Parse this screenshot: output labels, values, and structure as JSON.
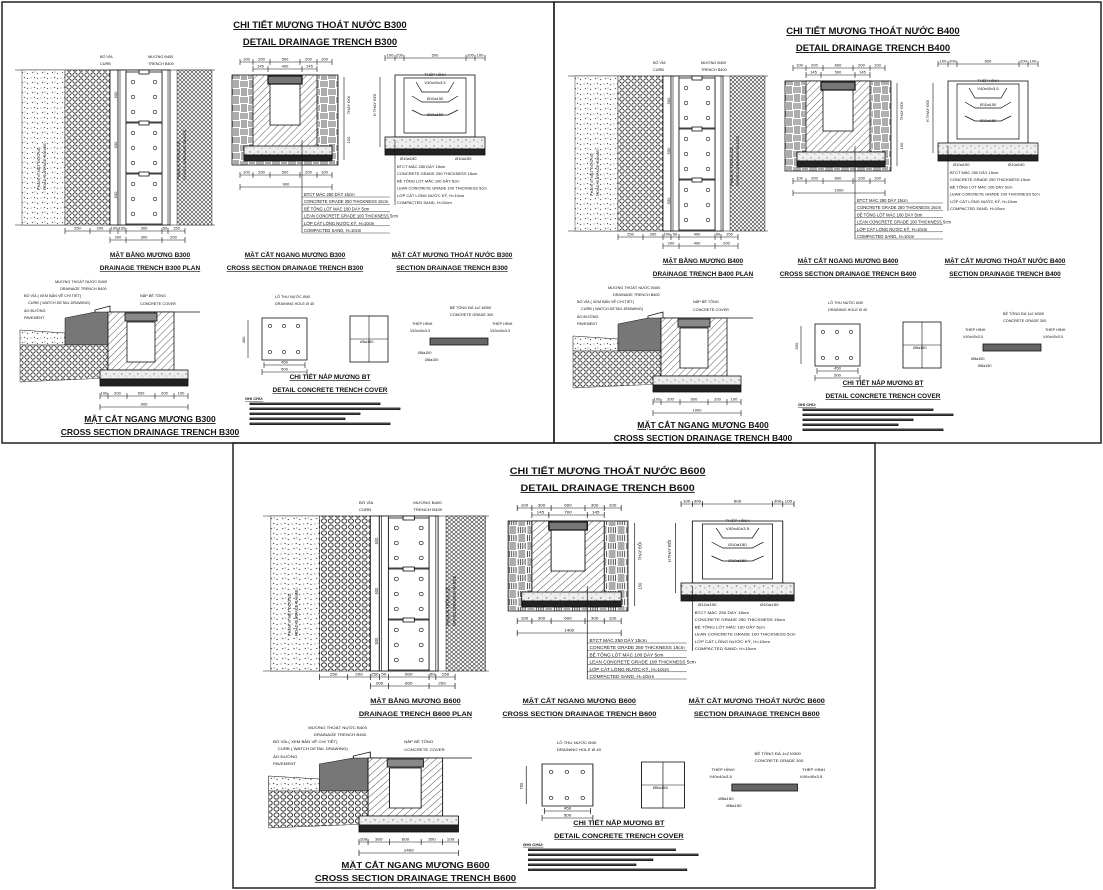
{
  "labels": {
    "curb_vn": "BÓ VỈA",
    "curb_en": "CURB",
    "trench_vn": "MƯƠNG B400",
    "trench_en": "TRENCH B400",
    "road_vn": "PHẠM VI MẶT ĐƯỜNG",
    "road_en": "ROAD SURFACE RANGE",
    "grass_vn": "PHẠM VI TRỒNG CỎ",
    "grass_en": "GRASS GROWING RANGE",
    "var_depth": "THAY ĐỔI",
    "h_var": "H THAY ĐỔI",
    "steel_shape": "THÉP HÌNH",
    "angle": "V40x40x3.5",
    "rebar": "Ø10a150",
    "layers": [
      "BTCT MÁC 250 DÀY 15cm",
      "CONCRETE GRADE 250 THICKNESS 15cm",
      "BÊ TÔNG LÓT MÁC 100 DÀY 5cm",
      "LEAN CONCRETE GRADE 100 THICKNESS 5cm",
      "LỚP CÁT LÓNG NƯỚC KỸ, H=10cm",
      "COMPACTED SAND, H=10cm"
    ],
    "drain_trench_vn": "MƯƠNG THOÁT NƯỚC B400",
    "drain_trench_en": "DRAINAGE TRENCH B400",
    "curb_note_vn": "BÓ VỈA ( XEM BẢN VẼ CHI TIẾT)",
    "curb_note_en": "CURB ( WATCH DETAIL DRAWING)",
    "pavement_vn": "ÁO ĐƯỜNG",
    "pavement_en": "PAVEMENT",
    "cover_vn": "NẮP BÊ TÔNG",
    "cover_en": "CONCRETE COVER",
    "hole_vn": "LỖ THU NƯỚC Ø40",
    "hole_en": "DRAINING HOLE Ø 40",
    "cover_rebar": "Ø8a150",
    "concrete_vn": "BÊ TÔNG ĐÁ 1x2 M300",
    "concrete_en": "CONCRETE GRADE 300",
    "notes_title": "GHI CHÚ:"
  },
  "panels": [
    {
      "title_vn": "CHI TIẾT MƯƠNG THOÁT NƯỚC B300",
      "title_en": "DETAIL DRAINAGE TRENCH B300",
      "plan_vn": "MẶT BẰNG MƯƠNG B300",
      "plan_en": "DRAINAGE TRENCH B300 PLAN",
      "cross_vn": "MẶT CẮT NGANG MƯƠNG B300",
      "cross_en": "CROSS SECTION DRAINAGE TRENCH B300",
      "section_vn": "MẶT CẮT MƯƠNG THOÁT NƯỚC B300",
      "section_en": "SECTION DRAINAGE TRENCH B300",
      "cover_vn": "CHI TIẾT NẮP MƯƠNG BT",
      "cover_en": "DETAIL CONCRETE TRENCH COVER",
      "dims": {
        "top": [
          "100",
          "200",
          "500",
          "200",
          "100"
        ],
        "inner": [
          "145",
          "400",
          "145"
        ],
        "bottom": [
          "100",
          "200",
          "500",
          "200",
          "100"
        ],
        "total": "900",
        "plan_bottom": [
          "250",
          "200",
          "100",
          "100",
          "300",
          "50",
          "150"
        ],
        "plan_bottom2": [
          "200",
          "300",
          "200"
        ],
        "plan_side": [
          "500",
          "500",
          "500"
        ],
        "base": "150",
        "cover_w": [
          "450",
          "500"
        ],
        "cover_h": "400"
      }
    },
    {
      "title_vn": "CHI TIẾT MƯƠNG THOÁT NƯỚC B400",
      "title_en": "DETAIL DRAINAGE TRENCH B400",
      "plan_vn": "MẶT BẰNG MƯƠNG B400",
      "plan_en": "DRAINAGE TRENCH B400 PLAN",
      "cross_vn": "MẶT CẮT NGANG MƯƠNG B400",
      "cross_en": "CROSS SECTION DRAINAGE TRENCH B400",
      "section_vn": "MẶT CẮT MƯƠNG THOÁT NƯỚC B400",
      "section_en": "SECTION DRAINAGE TRENCH B400",
      "cover_vn": "CHI TIẾT NẮP MƯƠNG BT",
      "cover_en": "DETAIL CONCRETE TRENCH COVER",
      "dims": {
        "top": [
          "100",
          "200",
          "600",
          "200",
          "100"
        ],
        "inner": [
          "145",
          "500",
          "145"
        ],
        "bottom": [
          "100",
          "200",
          "600",
          "200",
          "100"
        ],
        "total": "1000",
        "plan_bottom": [
          "250",
          "200",
          "100",
          "50",
          "400",
          "50",
          "150"
        ],
        "plan_bottom2": [
          "200",
          "400",
          "200"
        ],
        "plan_side": [
          "500",
          "500",
          "500"
        ],
        "base": "150",
        "cover_w": [
          "450",
          "500"
        ],
        "cover_h": "500"
      }
    },
    {
      "title_vn": "CHI TIẾT MƯƠNG THOÁT NƯỚC B600",
      "title_en": "DETAIL DRAINAGE TRENCH B600",
      "plan_vn": "MẶT BẰNG MƯƠNG B600",
      "plan_en": "DRAINAGE TRENCH B600 PLAN",
      "cross_vn": "MẶT CẮT NGANG MƯƠNG B600",
      "cross_en": "CROSS SECTION DRAINAGE TRENCH B600",
      "section_vn": "MẶT CẮT MƯƠNG THOÁT NƯỚC B600",
      "section_en": "SECTION DRAINAGE TRENCH B600",
      "cover_vn": "CHI TIẾT NẮP MƯƠNG BT",
      "cover_en": "DETAIL CONCRETE TRENCH COVER",
      "dims": {
        "top": [
          "100",
          "300",
          "600",
          "300",
          "100"
        ],
        "inner": [
          "145",
          "700",
          "145"
        ],
        "bottom": [
          "100",
          "300",
          "600",
          "300",
          "100"
        ],
        "total": "1400",
        "plan_bottom": [
          "250",
          "200",
          "250",
          "50",
          "600",
          "50",
          "150"
        ],
        "plan_bottom2": [
          "200",
          "600",
          "200"
        ],
        "plan_side": [
          "500",
          "500",
          "500"
        ],
        "base": "150",
        "cover_w": [
          "450",
          "500"
        ],
        "cover_h": "700"
      }
    }
  ]
}
